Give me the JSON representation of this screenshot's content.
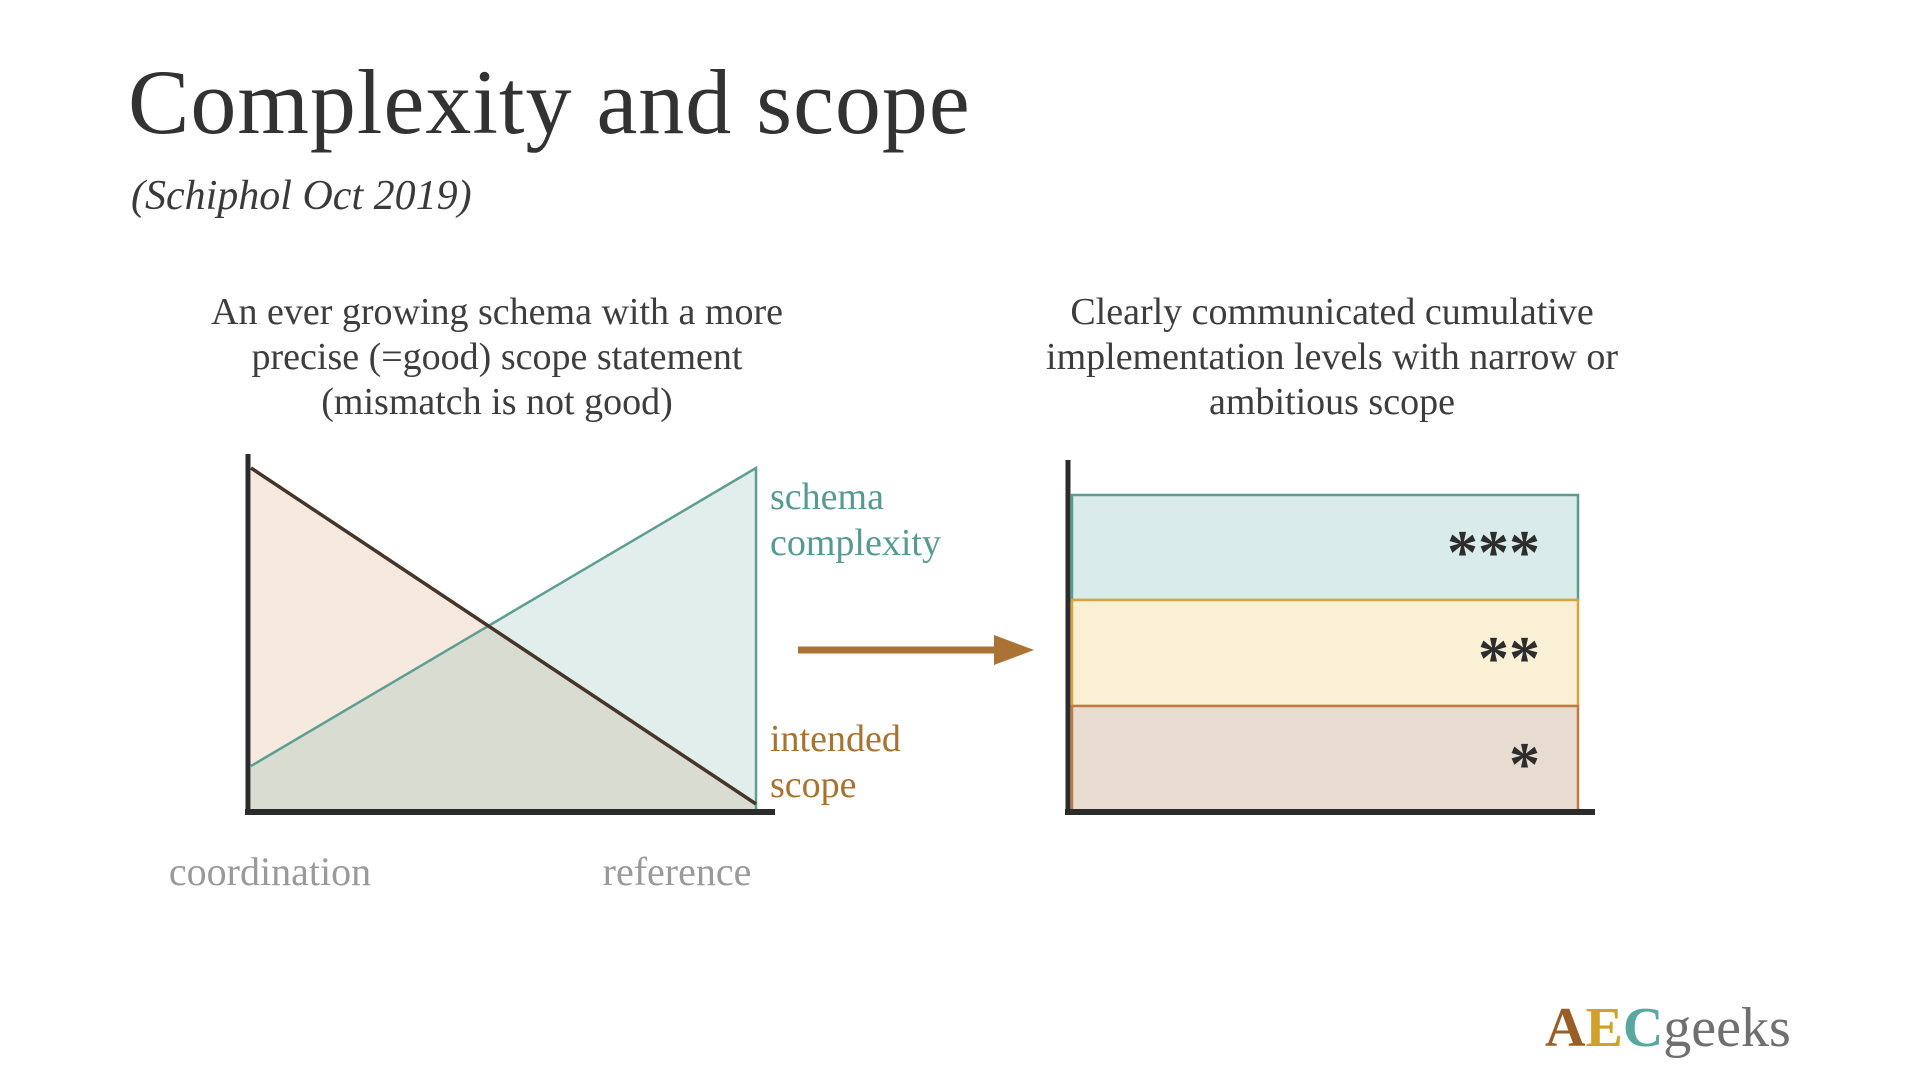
{
  "slide": {
    "title": "Complexity and scope",
    "subtitle": "(Schiphol Oct 2019)"
  },
  "left_panel": {
    "caption_lines": [
      "An ever growing schema with a more",
      "precise (=good) scope statement",
      "(mismatch is not good)"
    ],
    "chart": {
      "type": "area",
      "description": "Two crossing conceptual trend areas over one x-axis",
      "x_tick_labels": [
        "coordination",
        "reference"
      ],
      "series": [
        {
          "name": "intended scope",
          "trend": "decreasing",
          "points_relative": [
            [
              0,
              1.0
            ],
            [
              1,
              0.02
            ]
          ],
          "line_color": "#46362a",
          "fill_color": "#f6eadf"
        },
        {
          "name": "schema complexity",
          "trend": "increasing",
          "points_relative": [
            [
              0,
              0.13
            ],
            [
              1,
              1.0
            ]
          ],
          "line_color": "#5d9e93",
          "fill_color": "#e1eeec"
        }
      ],
      "overlap_fill_color": "#dcddd2"
    },
    "labels": {
      "schema_line1": "schema",
      "schema_line2": "complexity",
      "intended_line1": "intended",
      "intended_line2": "scope"
    }
  },
  "arrow": {
    "direction": "right",
    "color": "#ab7236"
  },
  "right_panel": {
    "caption_lines": [
      "Clearly communicated cumulative",
      "implementation levels with narrow or",
      "ambitious scope"
    ],
    "chart": {
      "type": "table",
      "description": "Three stacked cumulative implementation levels, top to bottom",
      "levels": [
        {
          "stars": "***",
          "fill_color": "#d9ece9",
          "border_color": "#5a9b90"
        },
        {
          "stars": "**",
          "fill_color": "#faf0d6",
          "border_color": "#d9a43b"
        },
        {
          "stars": "*",
          "fill_color": "#e8dcd1",
          "border_color": "#bf7c42"
        }
      ]
    }
  },
  "logo": {
    "a": "A",
    "e": "E",
    "c": "C",
    "geeks": "geeks"
  },
  "colors": {
    "background": "#ffffff",
    "title_text": "#323232",
    "caption_text": "#3d3d3d",
    "axis": "#2b2b2b",
    "axis_label_gray": "#9a9a9a",
    "teal_accent": "#569a91",
    "brown_accent": "#a8722f",
    "stars_text": "#2d2d2d"
  }
}
